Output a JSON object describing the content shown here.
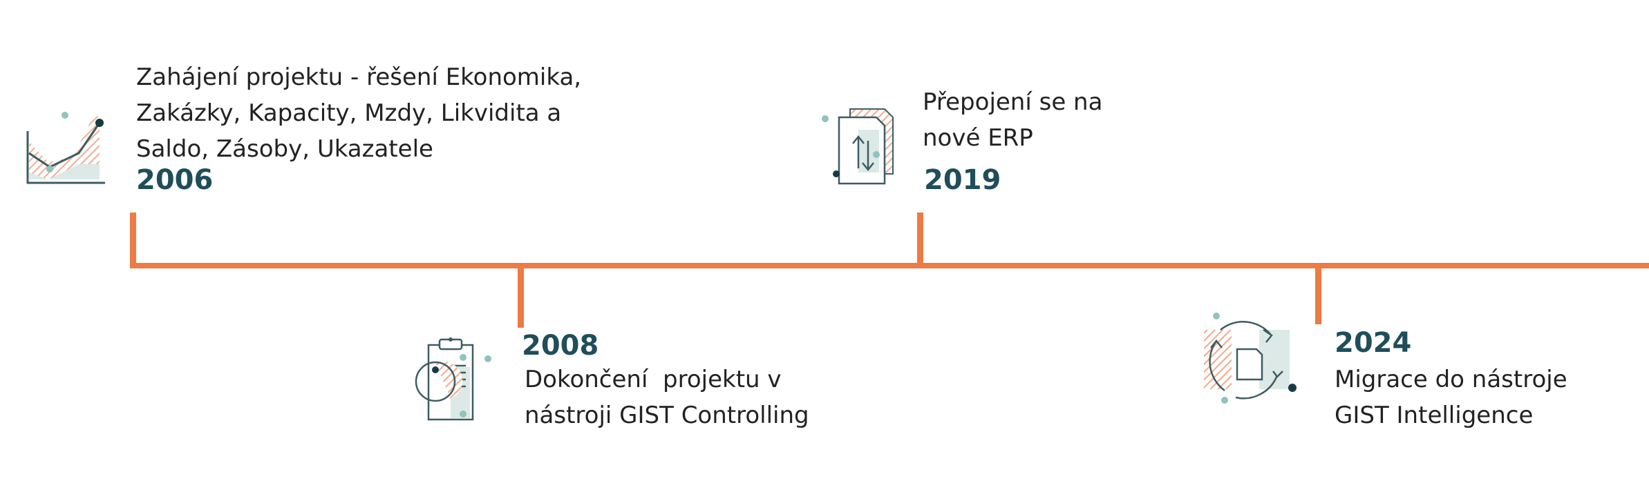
{
  "colors": {
    "accent": "#ee7a44",
    "year": "#1f4e5a",
    "text": "#222222",
    "icon_stroke": "#3d5c63",
    "icon_fill": "#dce9e7",
    "dot": "#8fc3bd",
    "hatch": "#f2a98a"
  },
  "events": [
    {
      "year": "2006",
      "lines": [
        "Zahájení projektu - řešení Ekonomika,",
        "Zakázky, Kapacity, Mzdy, Likvidita a",
        "Saldo, Zásoby, Ukazatele"
      ],
      "icon": "line-chart-icon"
    },
    {
      "year": "2008",
      "lines": [
        "Dokončení  projektu v",
        "nástroji GIST Controlling"
      ],
      "icon": "clipboard-pie-chart-icon"
    },
    {
      "year": "2019",
      "lines": [
        "Přepojení se na",
        "nové ERP"
      ],
      "icon": "document-transfer-icon"
    },
    {
      "year": "2024",
      "lines": [
        "Migrace do nástroje",
        "GIST Intelligence"
      ],
      "icon": "document-sync-icon"
    }
  ]
}
